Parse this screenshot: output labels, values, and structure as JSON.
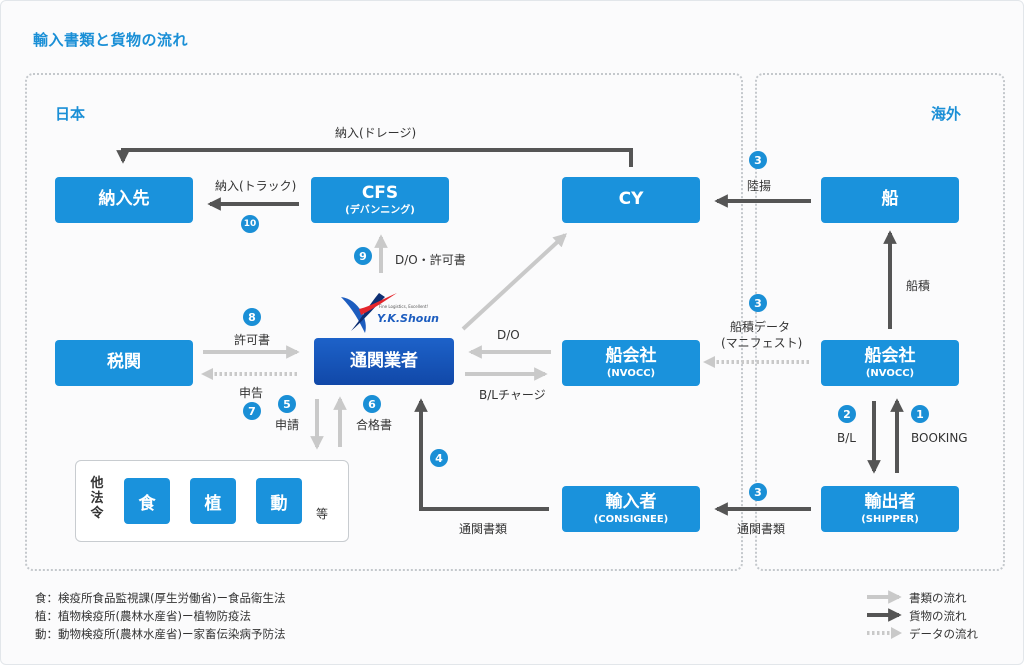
{
  "title": "輸入書類と貨物の流れ",
  "regions": {
    "japan": "日本",
    "overseas": "海外"
  },
  "nodes": {
    "nounyuusaki": {
      "main": "納入先"
    },
    "cfs": {
      "main": "CFS",
      "sub": "(デバンニング)"
    },
    "cy": {
      "main": "CY"
    },
    "ship": {
      "main": "船"
    },
    "zeikan": {
      "main": "税関"
    },
    "tsuukan": {
      "main": "通関業者"
    },
    "funagaisha_jp": {
      "main": "船会社",
      "sub": "(NVOCC)"
    },
    "funagaisha_os": {
      "main": "船会社",
      "sub": "(NVOCC)"
    },
    "yunyuusha": {
      "main": "輸入者",
      "sub": "(CONSIGNEE)"
    },
    "yushutsusha": {
      "main": "輸出者",
      "sub": "(SHIPPER)"
    }
  },
  "labels": {
    "drayage": "納入(ドレージ)",
    "truck": "納入(トラック)",
    "rikuage": "陸揚",
    "do_kyoka": "D/O・許可書",
    "funazumi": "船積",
    "funazumi_data_1": "船積データ",
    "funazumi_data_2": "(マニフェスト)",
    "kyokasho": "許可書",
    "do": "D/O",
    "bl_charge": "B/Lチャージ",
    "shinkoku": "申告",
    "shinsei": "申請",
    "goukakusho": "合格書",
    "bl": "B/L",
    "booking": "BOOKING",
    "tsuukan_shorui_1": "通関書類",
    "tsuukan_shorui_2": "通関書類"
  },
  "badges": {
    "b10": "10",
    "b9": "9",
    "b8": "8",
    "b7": "7",
    "b6": "6",
    "b5": "5",
    "b4": "4",
    "b3a": "3",
    "b3b": "3",
    "b3c": "3",
    "b2": "2",
    "b1": "1"
  },
  "agencies": {
    "label": "他法令",
    "food": "食",
    "plant": "植",
    "animal": "動",
    "etc": "等"
  },
  "notes": [
    "食：検疫所食品監視課(厚生労働省)ー食品衛生法",
    "植：植物検疫所(農林水産省)ー植物防疫法",
    "動：動物検疫所(農林水産省)ー家畜伝染病予防法"
  ],
  "legend": {
    "documents": "書類の流れ",
    "cargo": "貨物の流れ",
    "data": "データの流れ"
  },
  "logo": {
    "name": "Y.K.Shoun",
    "tagline": "Fine Logistics, Excellent!"
  },
  "colors": {
    "accent": "#1a8fd6",
    "node": "#1a92dc",
    "hub": "#1452b5",
    "cargo_arrow": "#555555",
    "doc_arrow": "#c9c9c9"
  }
}
